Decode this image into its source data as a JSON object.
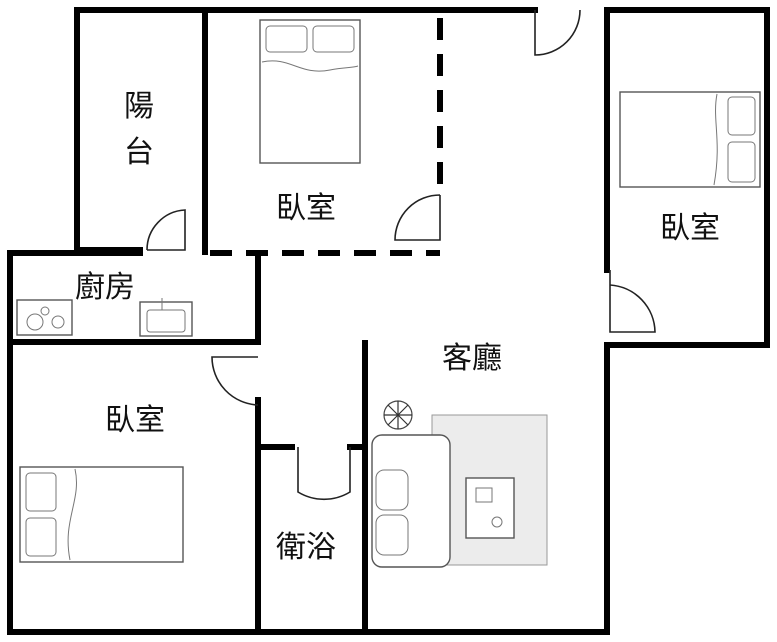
{
  "rooms": {
    "balcony": "陽台",
    "bedroom_top": "臥室",
    "bedroom_right": "臥室",
    "kitchen": "廚房",
    "living": "客廳",
    "bedroom_left": "臥室",
    "bath": "衛浴"
  },
  "colors": {
    "wall": "#000000",
    "furniture": "#555555",
    "rug": "#e9e9e9",
    "background": "#ffffff"
  }
}
